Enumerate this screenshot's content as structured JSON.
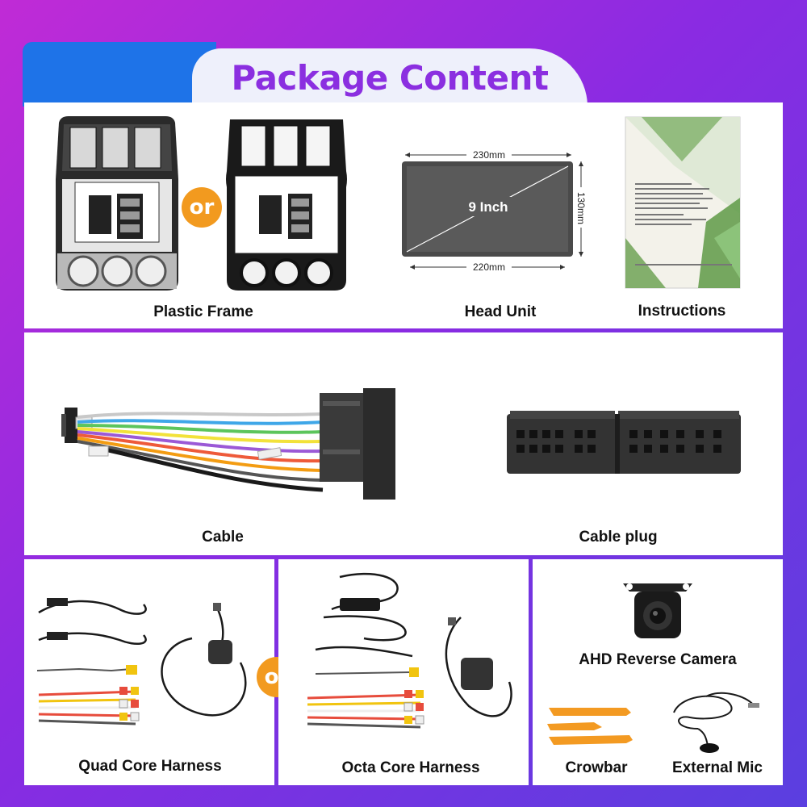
{
  "title": "Package Content",
  "or_label": "or",
  "row1": {
    "plastic_frame": "Plastic Frame",
    "head_unit": "Head Unit",
    "head_unit_size": "9 Inch",
    "width_top": "230mm",
    "width_bottom": "220mm",
    "height": "130mm",
    "instructions": "Instructions"
  },
  "row2": {
    "cable": "Cable",
    "cable_plug": "Cable plug"
  },
  "row3": {
    "quad_core": "Quad Core Harness",
    "octa_core": "Octa Core Harness",
    "camera": "AHD Reverse Camera",
    "crowbar": "Crowbar",
    "mic": "External Mic"
  },
  "colors": {
    "accent": "#8b2fe0",
    "blue_tab": "#1e73e8",
    "or_badge": "#f29a1f"
  }
}
